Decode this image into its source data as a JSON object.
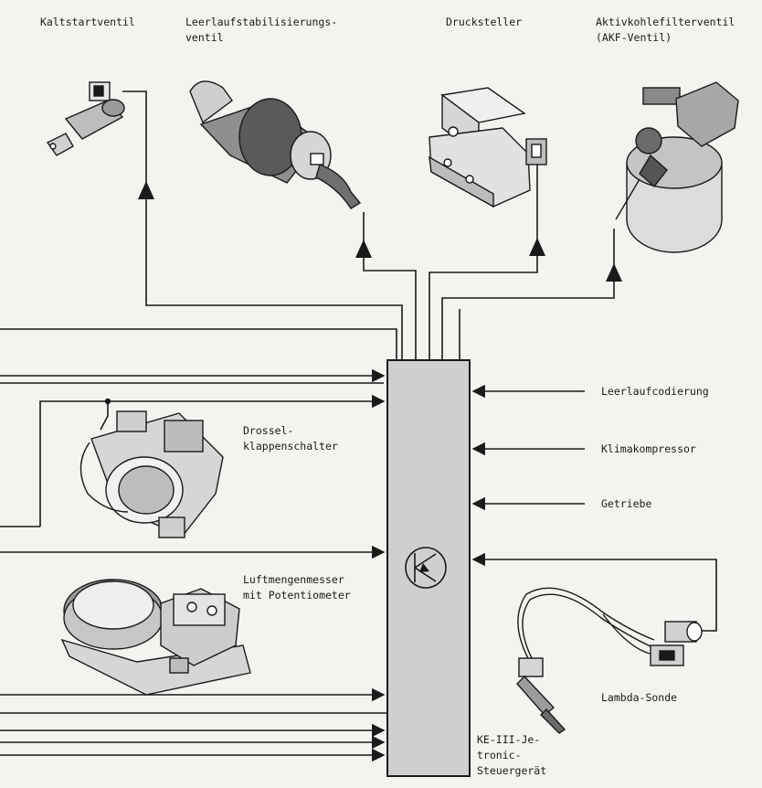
{
  "labels": {
    "kaltstartventil": "Kaltstartventil",
    "leerlauf_line1": "Leerlaufstabilisierungs-",
    "leerlauf_line2": "ventil",
    "drucksteller": "Drucksteller",
    "akf_line1": "Aktivkohlefilterventil",
    "akf_line2": "(AKF-Ventil)",
    "drossel_line1": "Drossel-",
    "drossel_line2": "klappenschalter",
    "luft_line1": "Luftmengenmesser",
    "luft_line2": "mit Potentiometer",
    "leerlaufcodierung": "Leerlaufcodierung",
    "klimakompressor": "Klimakompressor",
    "getriebe": "Getriebe",
    "lambda": "Lambda-Sonde",
    "ke_line1": "KE-III-Je-",
    "ke_line2": "tronic-",
    "ke_line3": "Steuergerät"
  },
  "colors": {
    "line": "#1a1a1a",
    "control_unit_fill": "#cfcfcf",
    "component_fill": "#d9d9d9",
    "background": "#f4f3ef"
  }
}
